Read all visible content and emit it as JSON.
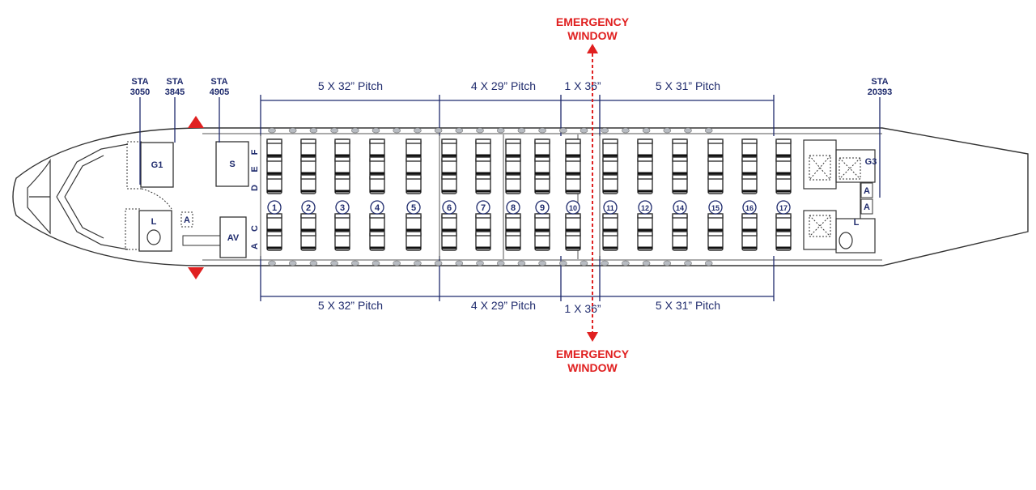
{
  "stations": [
    {
      "top": "STA",
      "bottom": "3050"
    },
    {
      "top": "STA",
      "bottom": "3845"
    },
    {
      "top": "STA",
      "bottom": "4905"
    },
    {
      "top": "STA",
      "bottom": "20393"
    }
  ],
  "pitch_groups": [
    "5 X 32” Pitch",
    "4 X 29” Pitch",
    "1 X 36”",
    "5 X 31” Pitch"
  ],
  "emergency_window": {
    "line1": "EMERGENCY",
    "line2": "WINDOW"
  },
  "compartments": {
    "galley_front": "G1",
    "galley_rear": "G3",
    "lavatory_front": "L",
    "lavatory_rear": "L",
    "attendant": "A",
    "stowage": "S",
    "avionics": "AV"
  },
  "seat_letters": [
    "F",
    "E",
    "D",
    "C",
    "A"
  ],
  "rows": [
    "1",
    "2",
    "3",
    "4",
    "5",
    "6",
    "7",
    "8",
    "9",
    "10",
    "11",
    "12",
    "14",
    "15",
    "16",
    "17"
  ],
  "colors": {
    "navy": "#1f2b6d",
    "red": "#e02020",
    "outline": "#333333"
  }
}
